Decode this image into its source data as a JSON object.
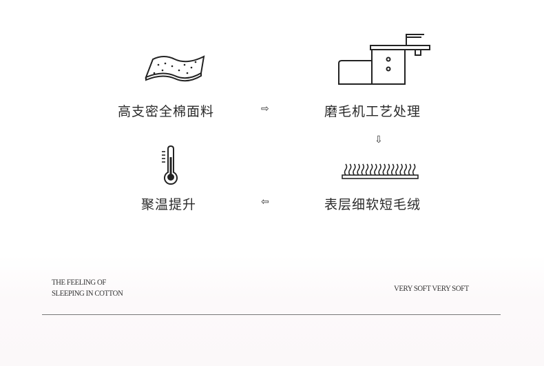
{
  "steps": [
    {
      "label": "高支密全棉面料",
      "icon": "cotton-fabric-icon"
    },
    {
      "label": "磨毛机工艺处理",
      "icon": "brushing-machine-icon"
    },
    {
      "label": "表层细软短毛绒",
      "icon": "short-pile-icon"
    },
    {
      "label": "聚温提升",
      "icon": "thermometer-icon"
    }
  ],
  "arrows": {
    "right": "⇨",
    "down": "⇩",
    "left": "⇦"
  },
  "tagline": {
    "line1": "THE FEELING OF",
    "line2": "SLEEPING IN COTTON",
    "right": "VERY SOFT VERY SOFT"
  }
}
